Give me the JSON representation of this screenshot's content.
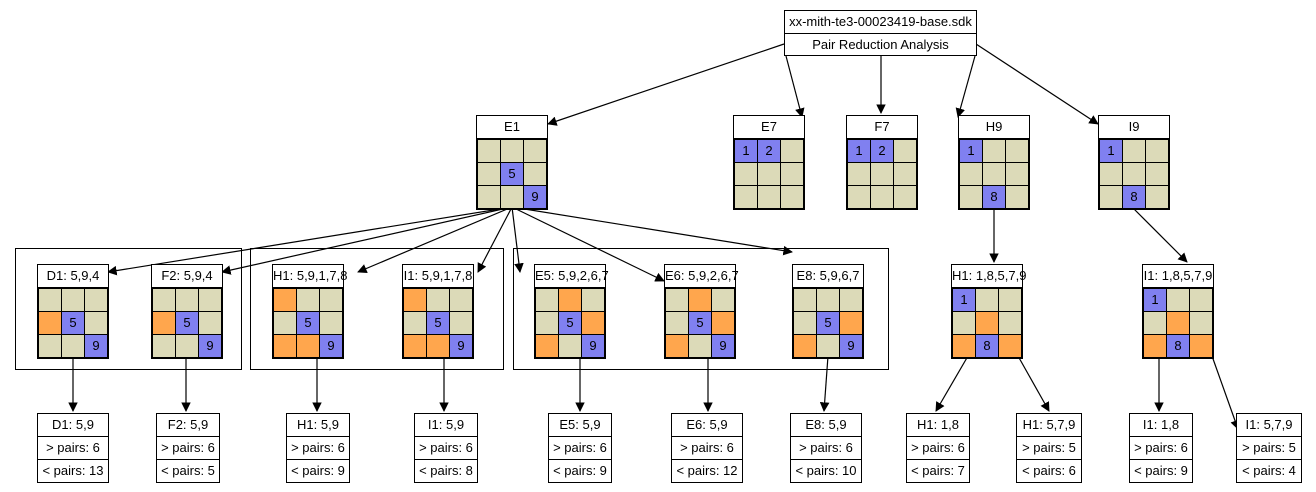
{
  "root": {
    "title": "xx-mith-te3-00023419-base.sdk",
    "subtitle": "Pair Reduction Analysis"
  },
  "colors": {
    "cell": "#dcdab8",
    "blue": "#8080f0",
    "orange": "#ffa64d"
  },
  "level1": [
    {
      "id": "E1",
      "label": "E1",
      "cells": [
        [
          "",
          "",
          ""
        ],
        [
          "",
          "5",
          ""
        ],
        [
          "",
          "",
          "9"
        ]
      ],
      "colors": [
        "eee",
        "ebe",
        "eeb"
      ]
    },
    {
      "id": "E7",
      "label": "E7",
      "cells": [
        [
          "1",
          "2",
          ""
        ],
        [
          "",
          "",
          ""
        ],
        [
          "",
          "",
          ""
        ]
      ],
      "colors": [
        "bbe",
        "eee",
        "eee"
      ]
    },
    {
      "id": "F7",
      "label": "F7",
      "cells": [
        [
          "1",
          "2",
          ""
        ],
        [
          "",
          "",
          ""
        ],
        [
          "",
          "",
          ""
        ]
      ],
      "colors": [
        "bbe",
        "eee",
        "eee"
      ]
    },
    {
      "id": "H9",
      "label": "H9",
      "cells": [
        [
          "1",
          "",
          ""
        ],
        [
          "",
          "",
          ""
        ],
        [
          "",
          "8",
          ""
        ]
      ],
      "colors": [
        "bee",
        "eee",
        "ebe"
      ]
    },
    {
      "id": "I9",
      "label": "I9",
      "cells": [
        [
          "1",
          "",
          ""
        ],
        [
          "",
          "",
          ""
        ],
        [
          "",
          "8",
          ""
        ]
      ],
      "colors": [
        "bee",
        "eee",
        "ebe"
      ]
    }
  ],
  "level2": [
    {
      "id": "D1",
      "label": "D1: 5,9,4",
      "cells": [
        [
          "",
          "",
          ""
        ],
        [
          "",
          "5",
          ""
        ],
        [
          "",
          "",
          "9"
        ]
      ],
      "colors": [
        "eee",
        "obe",
        "eeb"
      ]
    },
    {
      "id": "F2",
      "label": "F2: 5,9,4",
      "cells": [
        [
          "",
          "",
          ""
        ],
        [
          "",
          "5",
          ""
        ],
        [
          "",
          "",
          "9"
        ]
      ],
      "colors": [
        "eee",
        "obe",
        "eeb"
      ]
    },
    {
      "id": "H1",
      "label": "H1: 5,9,1,7,8",
      "cells": [
        [
          "",
          "",
          ""
        ],
        [
          "",
          "5",
          ""
        ],
        [
          "",
          "",
          "9"
        ]
      ],
      "colors": [
        "oee",
        "ebe",
        "oob"
      ]
    },
    {
      "id": "I1",
      "label": "I1: 5,9,1,7,8",
      "cells": [
        [
          "",
          "",
          ""
        ],
        [
          "",
          "5",
          ""
        ],
        [
          "",
          "",
          "9"
        ]
      ],
      "colors": [
        "oee",
        "ebe",
        "oob"
      ]
    },
    {
      "id": "E5",
      "label": "E5: 5,9,2,6,7",
      "cells": [
        [
          "",
          "",
          ""
        ],
        [
          "",
          "5",
          ""
        ],
        [
          "",
          "",
          "9"
        ]
      ],
      "colors": [
        "eoe",
        "ebo",
        "oeb"
      ]
    },
    {
      "id": "E6",
      "label": "E6: 5,9,2,6,7",
      "cells": [
        [
          "",
          "",
          ""
        ],
        [
          "",
          "5",
          ""
        ],
        [
          "",
          "",
          "9"
        ]
      ],
      "colors": [
        "eoe",
        "ebo",
        "oeb"
      ]
    },
    {
      "id": "E8",
      "label": "E8: 5,9,6,7",
      "cells": [
        [
          "",
          "",
          ""
        ],
        [
          "",
          "5",
          ""
        ],
        [
          "",
          "",
          "9"
        ]
      ],
      "colors": [
        "eee",
        "ebo",
        "oeb"
      ]
    },
    {
      "id": "H1b",
      "label": "H1: 1,8,5,7,9",
      "cells": [
        [
          "1",
          "",
          ""
        ],
        [
          "",
          "",
          ""
        ],
        [
          "",
          "8",
          ""
        ]
      ],
      "colors": [
        "bee",
        "eoe",
        "obo"
      ]
    },
    {
      "id": "I1b",
      "label": "I1: 1,8,5,7,9",
      "cells": [
        [
          "1",
          "",
          ""
        ],
        [
          "",
          "",
          ""
        ],
        [
          "",
          "8",
          ""
        ]
      ],
      "colors": [
        "bee",
        "eoe",
        "obo"
      ]
    }
  ],
  "results": [
    {
      "id": "D1",
      "label": "D1: 5,9",
      "gt": "> pairs: 6",
      "lt": "< pairs: 13"
    },
    {
      "id": "F2",
      "label": "F2: 5,9",
      "gt": "> pairs: 6",
      "lt": "< pairs: 5"
    },
    {
      "id": "H1",
      "label": "H1: 5,9",
      "gt": "> pairs: 6",
      "lt": "< pairs: 9"
    },
    {
      "id": "I1",
      "label": "I1: 5,9",
      "gt": "> pairs: 6",
      "lt": "< pairs: 8"
    },
    {
      "id": "E5",
      "label": "E5: 5,9",
      "gt": "> pairs: 6",
      "lt": "< pairs: 9"
    },
    {
      "id": "E6",
      "label": "E6: 5,9",
      "gt": "> pairs: 6",
      "lt": "< pairs: 12"
    },
    {
      "id": "E8",
      "label": "E8: 5,9",
      "gt": "> pairs: 6",
      "lt": "< pairs: 10"
    },
    {
      "id": "H1a",
      "label": "H1: 1,8",
      "gt": "> pairs: 6",
      "lt": "< pairs: 7"
    },
    {
      "id": "H1c",
      "label": "H1: 5,7,9",
      "gt": "> pairs: 5",
      "lt": "< pairs: 6"
    },
    {
      "id": "I1a",
      "label": "I1: 1,8",
      "gt": "> pairs: 6",
      "lt": "< pairs: 9"
    },
    {
      "id": "I1c",
      "label": "I1: 5,7,9",
      "gt": "> pairs: 5",
      "lt": "< pairs: 4"
    }
  ]
}
